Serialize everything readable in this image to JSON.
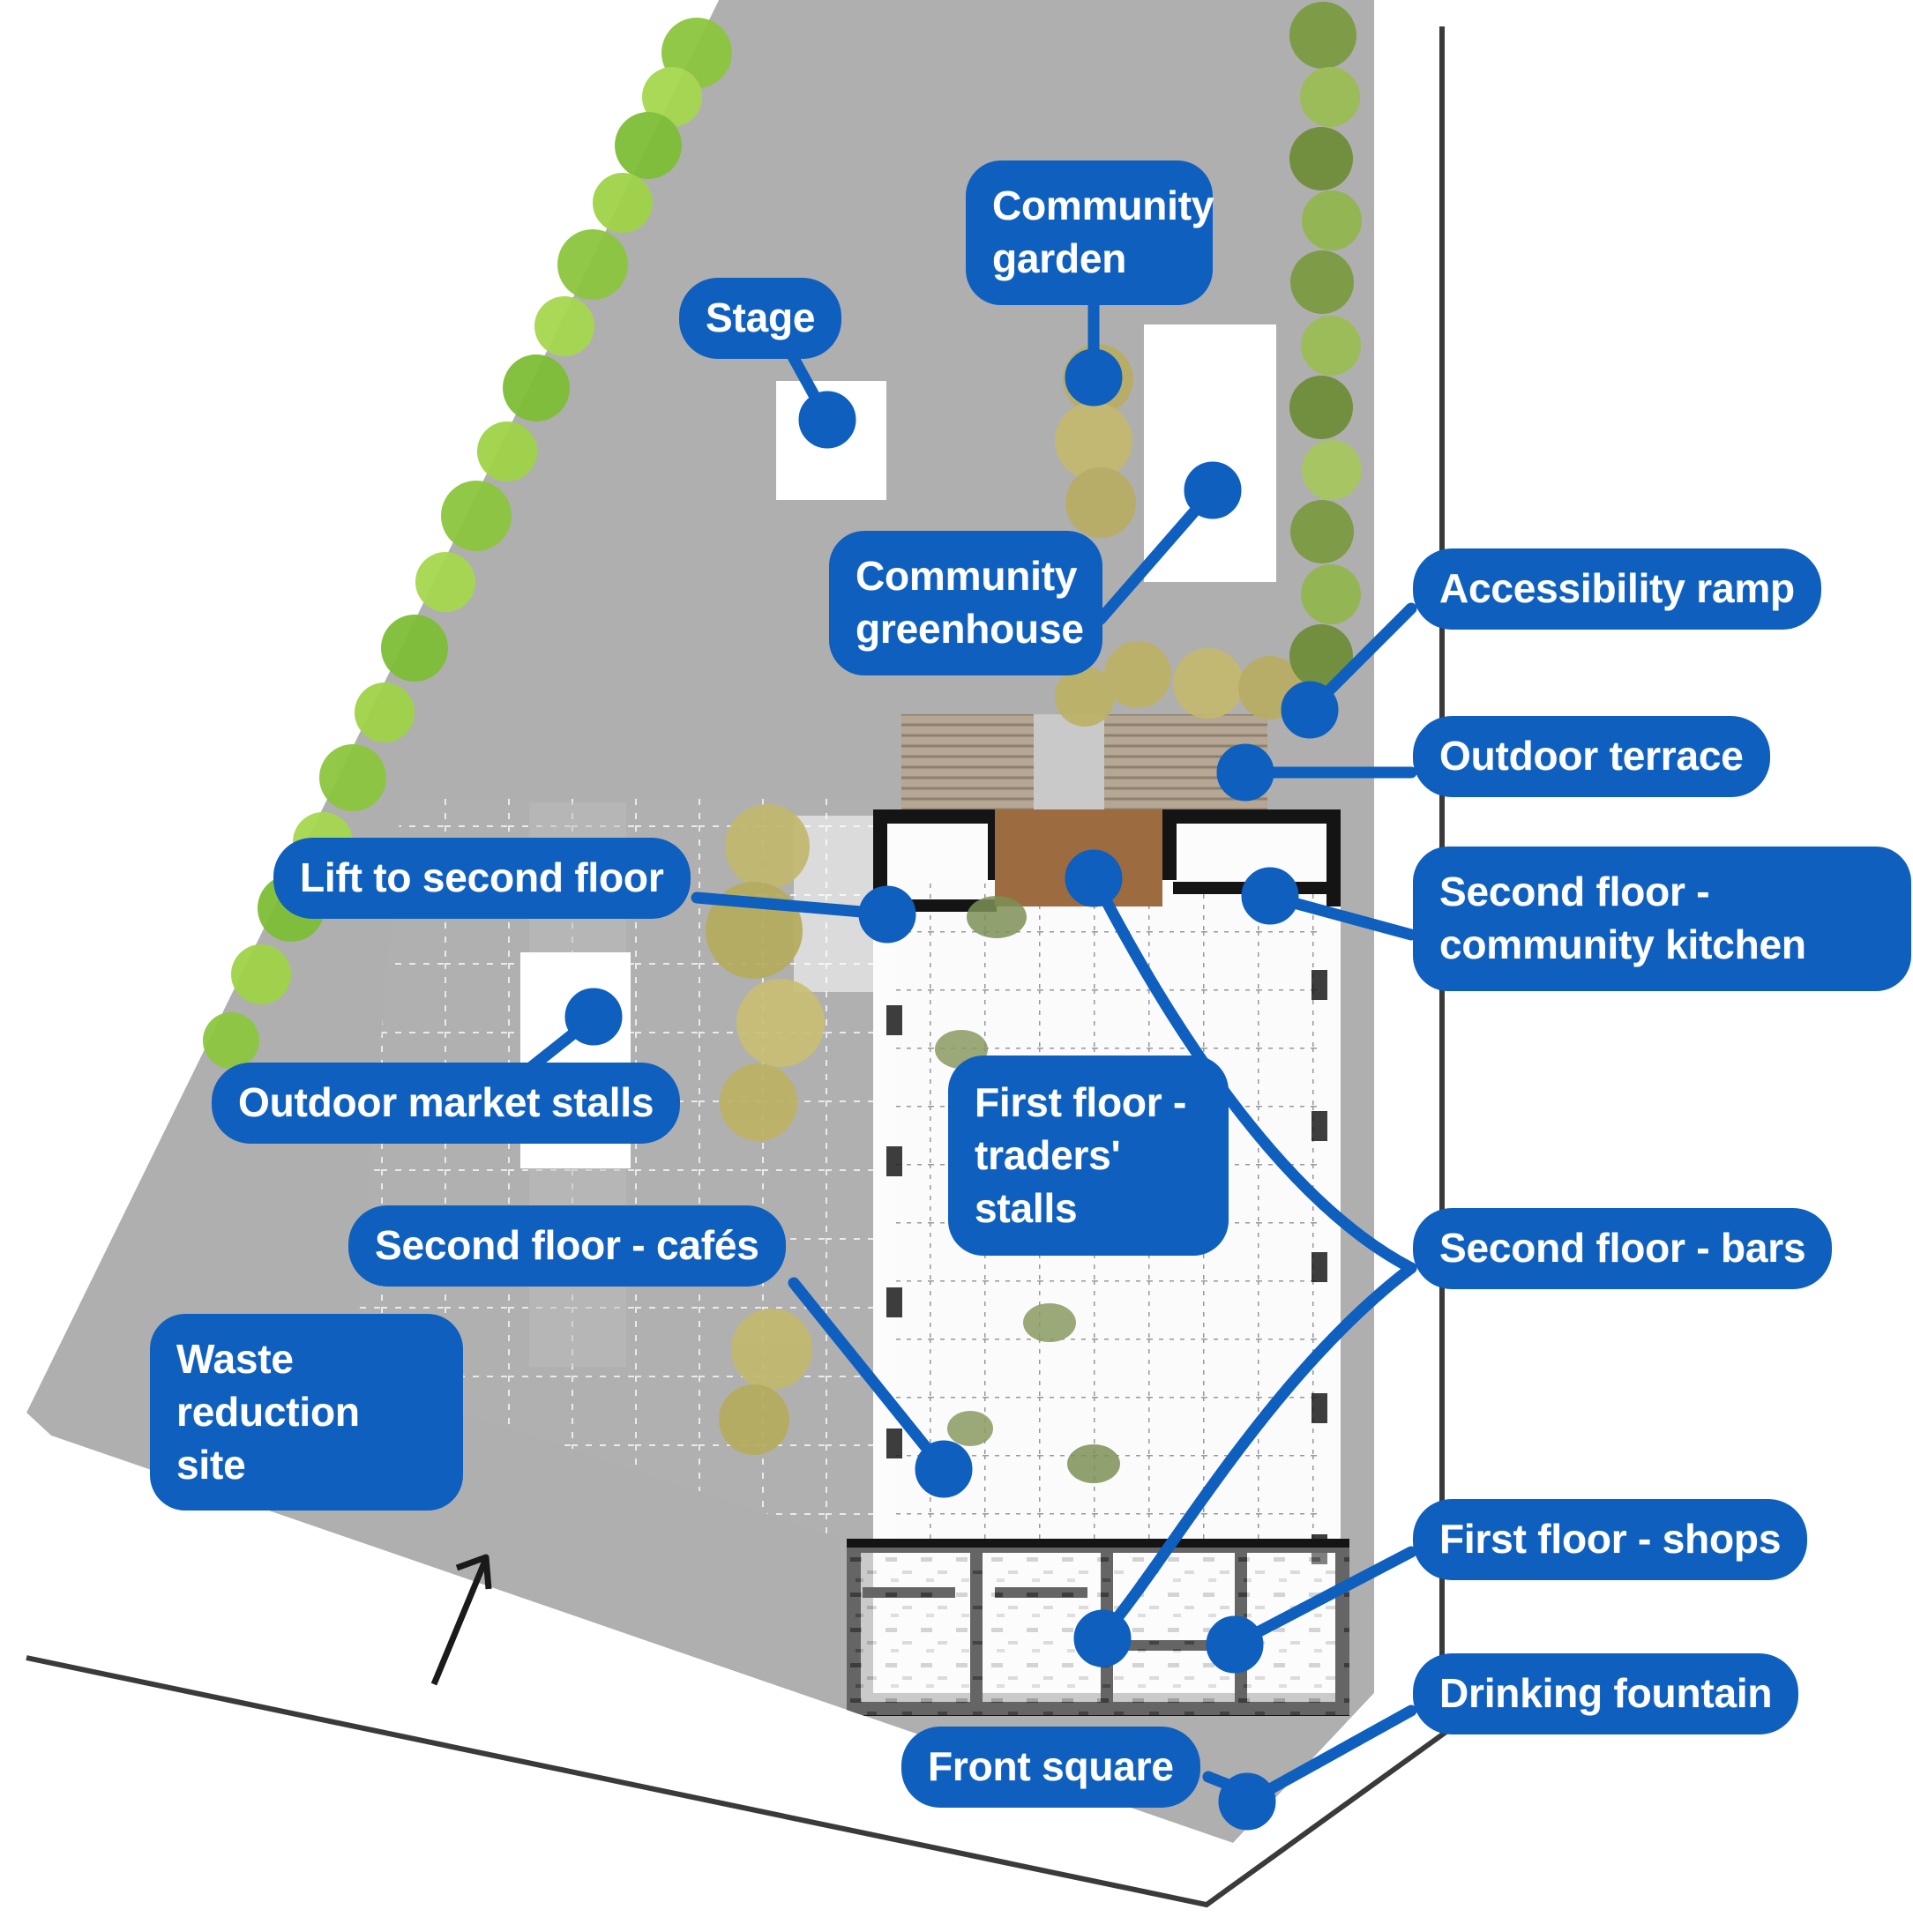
{
  "diagram": {
    "type": "annotated-site-plan",
    "accent_color": "#0F5FBF",
    "plan_fill_color": "#AFAFAF",
    "building_fill_color": "#FFFFFF",
    "terrace_fill_color": "#9C6B3F",
    "boundary_line_color": "#3A3A3A",
    "tree_green_color": "#8CC63F",
    "tree_olive_color": "#B8B26A"
  },
  "callouts": [
    {
      "id": "stage",
      "label": "Stage",
      "lines": [
        "Stage"
      ]
    },
    {
      "id": "community_garden",
      "label": "Community garden",
      "lines": [
        "Community",
        "garden"
      ]
    },
    {
      "id": "greenhouse",
      "label": "Community greenhouse",
      "lines": [
        "Community",
        "greenhouse"
      ]
    },
    {
      "id": "lift",
      "label": "Lift to second floor",
      "lines": [
        "Lift to second floor"
      ]
    },
    {
      "id": "market_stalls",
      "label": "Outdoor market stalls",
      "lines": [
        "Outdoor market stalls"
      ]
    },
    {
      "id": "cafes",
      "label": "Second floor - cafés",
      "lines": [
        "Second floor - cafés"
      ]
    },
    {
      "id": "waste",
      "label": "Waste reduction site",
      "lines": [
        "Waste",
        "reduction site"
      ]
    },
    {
      "id": "traders",
      "label": "First floor - traders' stalls",
      "lines": [
        "First    floor     -",
        "traders'",
        "stalls"
      ]
    },
    {
      "id": "access_ramp",
      "label": "Accessibility ramp",
      "lines": [
        "Accessibility ramp"
      ]
    },
    {
      "id": "terrace",
      "label": "Outdoor terrace",
      "lines": [
        "Outdoor terrace"
      ]
    },
    {
      "id": "kitchen",
      "label": "Second floor  - community kitchen",
      "lines": [
        "Second floor  -",
        "community kitchen"
      ]
    },
    {
      "id": "bars",
      "label": "Second floor - bars",
      "lines": [
        "Second floor - bars"
      ]
    },
    {
      "id": "shops",
      "label": "First floor - shops",
      "lines": [
        "First floor - shops"
      ]
    },
    {
      "id": "fountain",
      "label": "Drinking fountain",
      "lines": [
        "Drinking fountain"
      ]
    },
    {
      "id": "front_square",
      "label": "Front square",
      "lines": [
        "Front square"
      ]
    }
  ]
}
